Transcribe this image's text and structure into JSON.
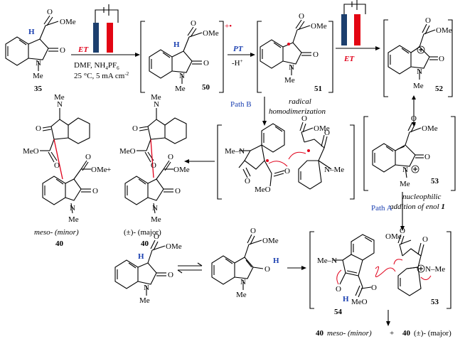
{
  "colors": {
    "accent_blue": "#1a3fb0",
    "accent_red": "#e0001a",
    "electrode_dark": "#1c3f6e",
    "electrode_red": "#e30613"
  },
  "labels": {
    "c35": "35",
    "c50": "50",
    "c51": "51",
    "c52": "52",
    "c53a": "53",
    "c53b": "53",
    "c54": "54",
    "c40a": "40",
    "c40b": "40",
    "meso_minor": "meso- (minor)",
    "rac_major": "(±)- (major)",
    "plus1": "+",
    "plus2": "+",
    "bottom_40a": "40",
    "bottom_meso": "meso- (minor)",
    "bottom_40b": "40",
    "bottom_rac": "(±)- (major)"
  },
  "arrows": {
    "et1": "ET",
    "cond1": "DMF, NH",
    "cond1_sub": "4",
    "cond1_b": "PF",
    "cond1_sub2": "6",
    "cond2": "25 °C, 5 mA cm",
    "cond2_sup": "-2",
    "pt": "PT",
    "pt_h": "-H",
    "pt_sup": "+",
    "et2": "ET",
    "radcat": "+•",
    "pathB": "Path B",
    "pathB_d1": "radical",
    "pathB_d2": "homodimerization",
    "pathA": "Path A",
    "pathA_d1": "nucleophilic",
    "pathA_d2": "addition of enol",
    "pathA_d3": "1"
  },
  "atoms": {
    "H": "H",
    "N": "N",
    "Me": "Me",
    "O": "O",
    "OMe": "OMe",
    "MeO": "MeO",
    "NMe": "N–Me",
    "MeN": "Me–N",
    "OH": "O"
  }
}
